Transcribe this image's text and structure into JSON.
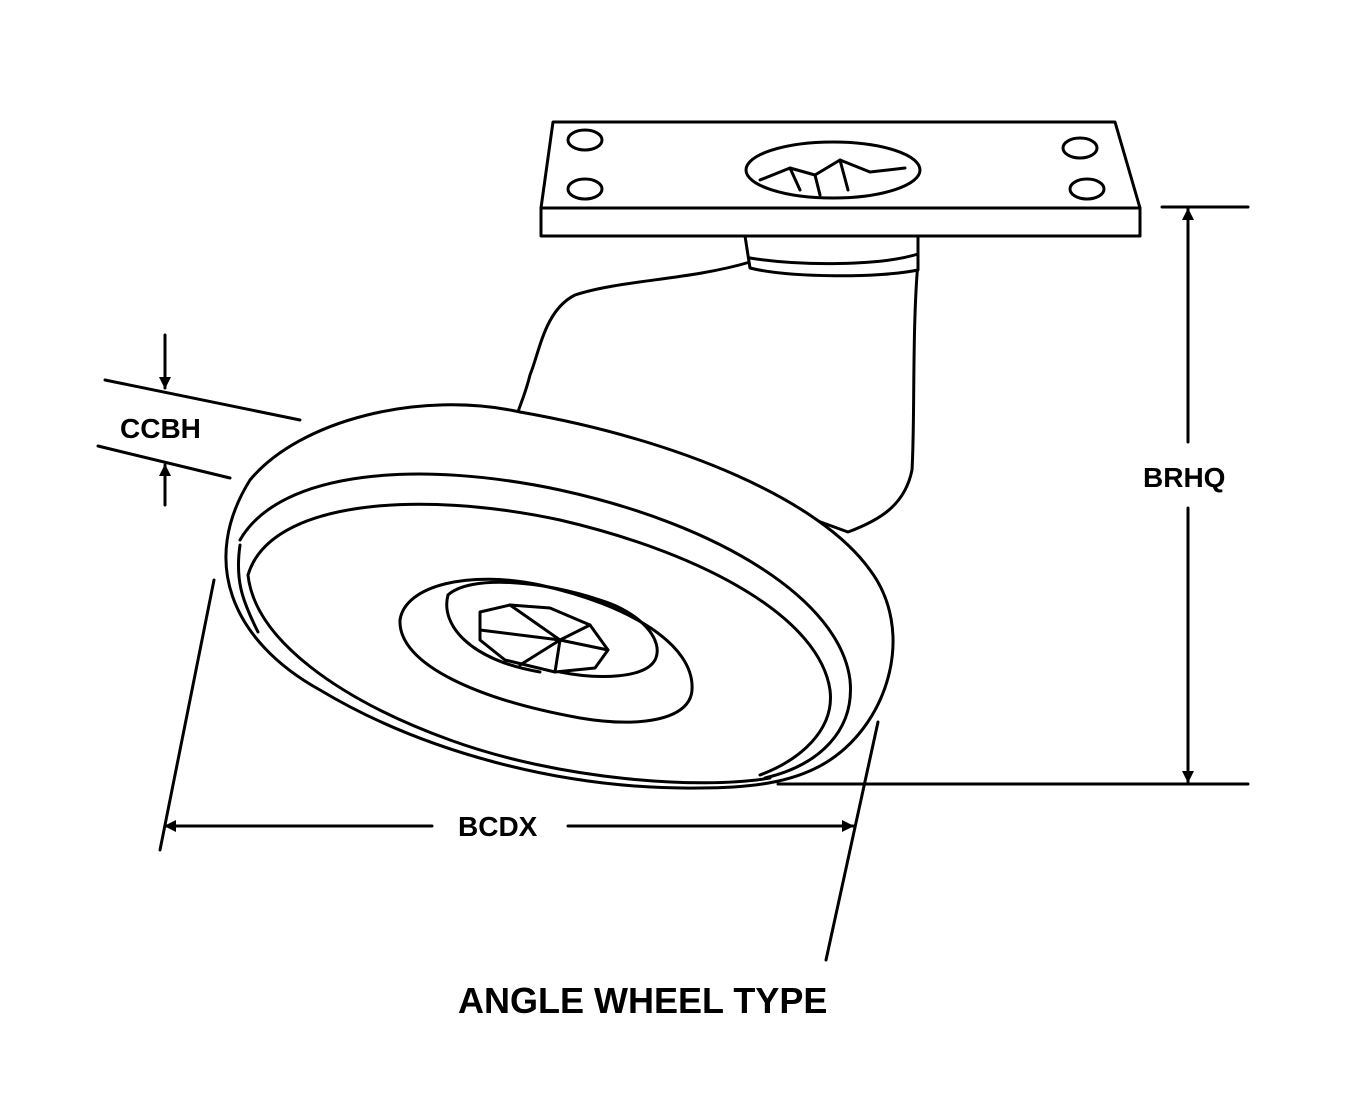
{
  "diagram": {
    "title": "ANGLE WHEEL TYPE",
    "dimensions": {
      "tread_width": "CCBH",
      "overall_height": "BRHQ",
      "wheel_diameter": "BCDX"
    },
    "line_color": "#000000",
    "background_color": "#ffffff"
  }
}
